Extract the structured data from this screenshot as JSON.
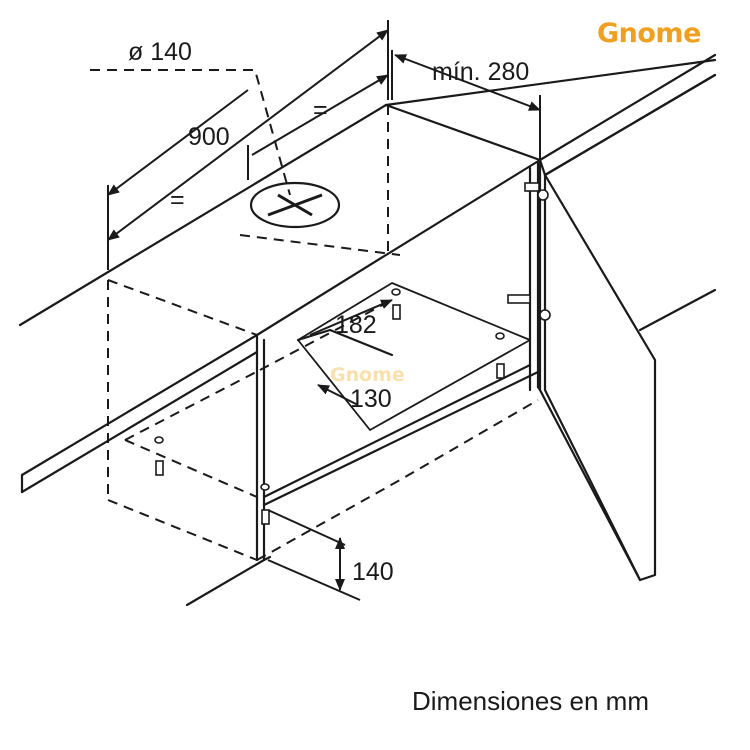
{
  "brand": {
    "logo_text": "Gnome"
  },
  "dimensions": {
    "duct_diameter": "ø 140",
    "width": "900",
    "equal_left": "=",
    "equal_right": "=",
    "min_depth": "mín. 280",
    "cutout_width": "182",
    "cutout_depth": "130",
    "height": "140"
  },
  "caption": "Dimensiones en mm",
  "colors": {
    "line": "#1a1a1a",
    "logo": "#f0a020"
  }
}
